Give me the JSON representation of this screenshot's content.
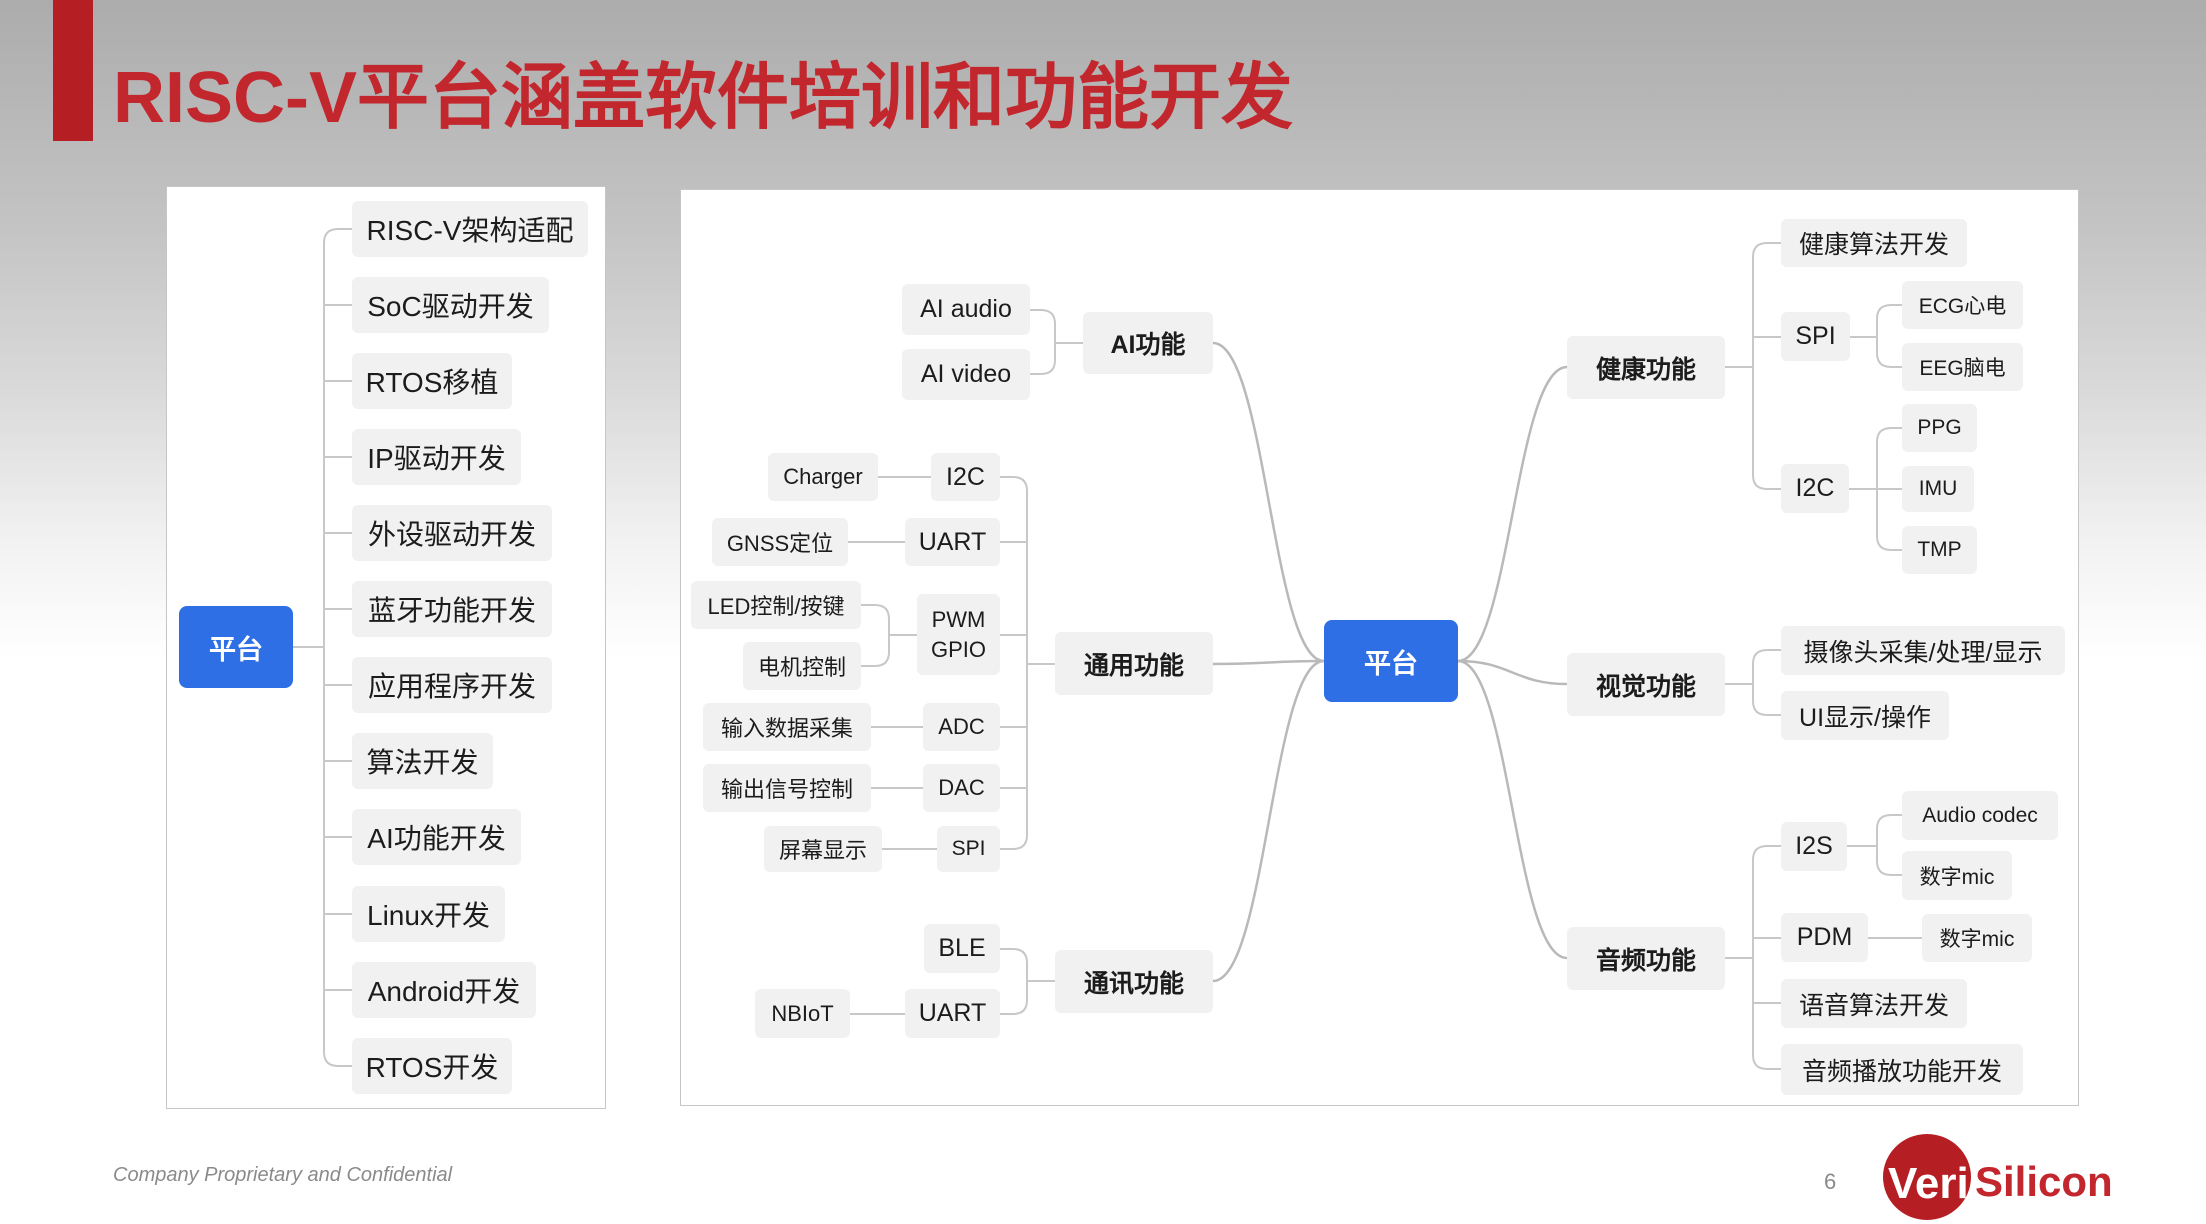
{
  "slide": {
    "title": "RISC-V平台涵盖软件培训和功能开发",
    "footer": "Company Proprietary and Confidential",
    "page_number": "6",
    "logo": {
      "veri": "Veri",
      "silicon": "Silicon"
    },
    "colors": {
      "brand_red": "#c1272d",
      "bar_red": "#b51e23",
      "node_blue": "#2e6fe6",
      "node_grey": "#f1f1f1"
    }
  },
  "left_map": {
    "root": "平台",
    "items": [
      "RISC-V架构适配",
      "SoC驱动开发",
      "RTOS移植",
      "IP驱动开发",
      "外设驱动开发",
      "蓝牙功能开发",
      "应用程序开发",
      "算法开发",
      "AI功能开发",
      "Linux开发",
      "Android开发",
      "RTOS开发"
    ]
  },
  "right_map": {
    "root": "平台",
    "ai": {
      "label": "AI功能",
      "children": [
        "AI audio",
        "AI video"
      ]
    },
    "general": {
      "label": "通用功能",
      "children": [
        {
          "label": "I2C",
          "children": [
            "Charger"
          ]
        },
        {
          "label": "UART",
          "children": [
            "GNSS定位"
          ]
        },
        {
          "lines": [
            "PWM",
            "GPIO"
          ],
          "children": [
            "LED控制/按键",
            "电机控制"
          ]
        },
        {
          "label": "ADC",
          "children": [
            "输入数据采集"
          ]
        },
        {
          "label": "DAC",
          "children": [
            "输出信号控制"
          ]
        },
        {
          "label": "SPI",
          "children": [
            "屏幕显示"
          ]
        }
      ]
    },
    "comm": {
      "label": "通讯功能",
      "children": [
        {
          "label": "BLE"
        },
        {
          "label": "UART",
          "children": [
            "NBIoT"
          ]
        }
      ]
    },
    "health": {
      "label": "健康功能",
      "children": [
        {
          "label": "健康算法开发"
        },
        {
          "label": "SPI",
          "children": [
            "ECG心电",
            "EEG脑电"
          ]
        },
        {
          "label": "I2C",
          "children": [
            "PPG",
            "IMU",
            "TMP"
          ]
        }
      ]
    },
    "vision": {
      "label": "视觉功能",
      "children": [
        {
          "label": "摄像头采集/处理/显示"
        },
        {
          "label": "UI显示/操作"
        }
      ]
    },
    "audio": {
      "label": "音频功能",
      "children": [
        {
          "label": "I2S",
          "children": [
            "Audio codec",
            "数字mic"
          ]
        },
        {
          "label": "PDM",
          "children": [
            "数字mic"
          ]
        },
        {
          "label": "语音算法开发"
        },
        {
          "label": "音频播放功能开发"
        }
      ]
    }
  }
}
